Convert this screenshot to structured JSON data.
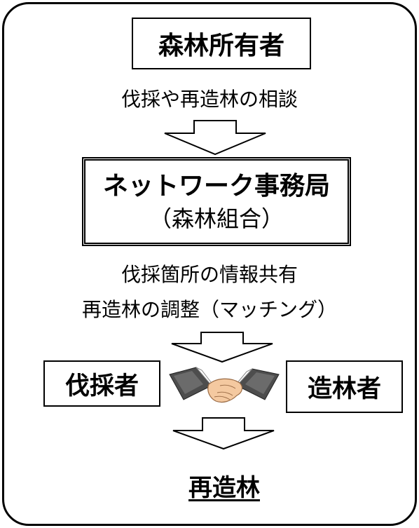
{
  "owner_label": "森林所有者",
  "step1_text": "伐採や再造林の相談",
  "office": {
    "title": "ネットワーク事務局",
    "subtitle": "（森林組合）"
  },
  "step2_line1": "伐採箇所の情報共有",
  "step2_line2": "再造林の調整（マッチング）",
  "logger_label": "伐採者",
  "planter_label": "造林者",
  "handshake_icon": "handshake-icon",
  "result_label": "再造林",
  "colors": {
    "line": "#000000",
    "background": "#ffffff",
    "sleeve": "#4d4d4d",
    "skin": "#f4c9a0"
  }
}
